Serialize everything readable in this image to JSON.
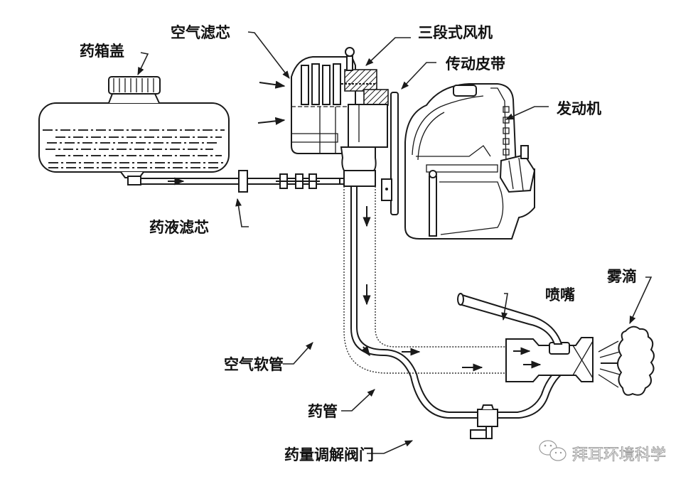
{
  "title": "背负式弥雾机结构示意图",
  "labels": {
    "tank_cap": "药箱盖",
    "air_filter": "空气滤芯",
    "three_stage_fan": "三段式风机",
    "drive_belt": "传动皮带",
    "engine": "发动机",
    "liquid_filter": "药液滤芯",
    "nozzle": "喷嘴",
    "mist_droplets": "雾滴",
    "air_hose": "空气软管",
    "liquid_tube": "药管",
    "dose_valve": "药量调解阀门"
  },
  "watermark": {
    "icon": "wechat-icon",
    "text": "拜耳环境科学"
  },
  "colors": {
    "line": "#1a1a1a",
    "background": "#ffffff",
    "watermark": "#9a9a9a"
  }
}
